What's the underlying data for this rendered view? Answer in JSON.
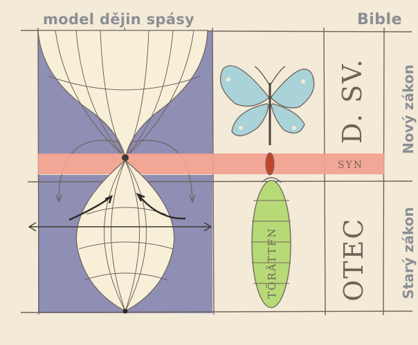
{
  "header": {
    "title": "model dějin spásy",
    "right_title": "Bible"
  },
  "side_labels": {
    "new_testament": "Nový zákon",
    "old_testament": "Starý zákon"
  },
  "persons": {
    "spirit": "D. SV.",
    "son": "SYN",
    "father": "OTEC"
  },
  "caterpillar_text": "TÖRÄTTFN",
  "colors": {
    "background": "#f3ead7",
    "violet_panel": "#8f8eb4",
    "cream_shape": "#f8efd9",
    "pink_band": "#f2a08f",
    "butterfly_wing": "#a9d3d8",
    "caterpillar": "#b7d978",
    "header_gray": "#8b8f94"
  },
  "icons": [
    "butterfly-icon",
    "caterpillar-icon",
    "cocoon-icon"
  ]
}
